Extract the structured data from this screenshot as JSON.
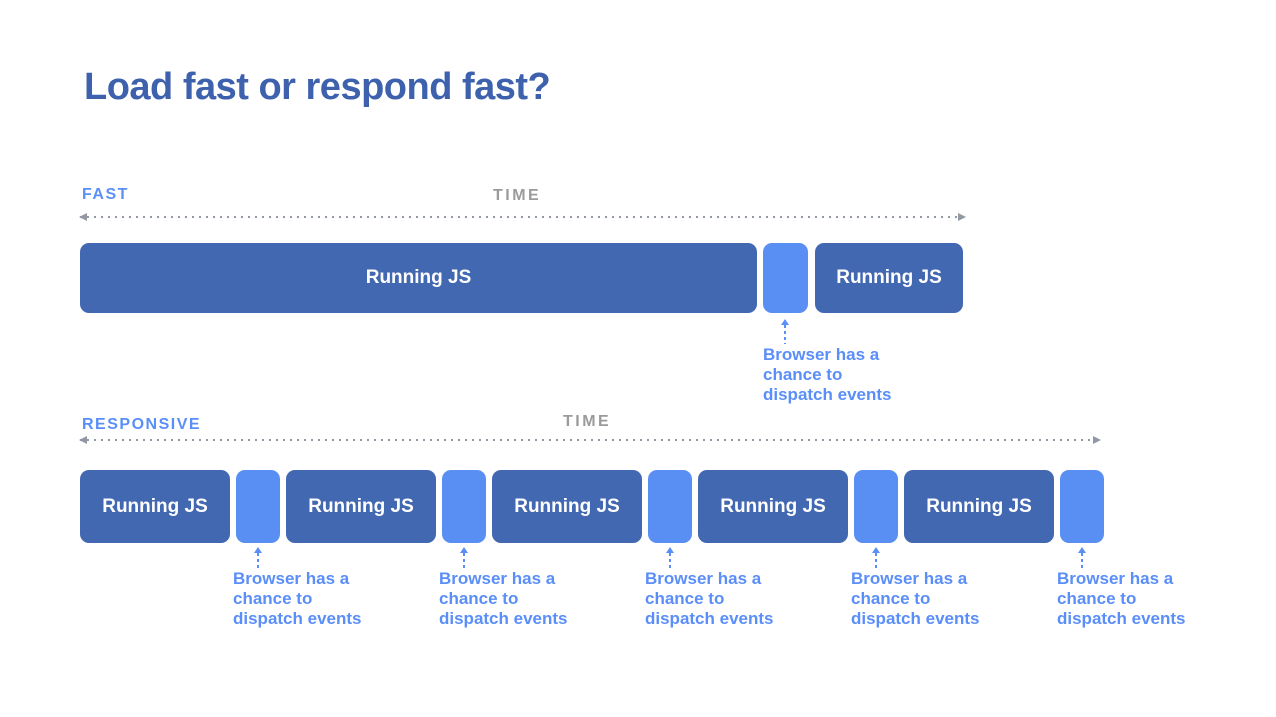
{
  "title": "Load fast or respond fast?",
  "colors": {
    "title_blue": "#3e61ad",
    "running_bar_blue": "#4368b2",
    "idle_block_blue": "#598ef3",
    "accent_text_blue": "#5a8ef8",
    "time_gray": "#9b9b9b",
    "axis_gray": "#9299a5",
    "background": "#ffffff"
  },
  "fast": {
    "label": "FAST",
    "time_label": "TIME",
    "segments": [
      {
        "kind": "running-js",
        "label": "Running JS"
      },
      {
        "kind": "browser-idle",
        "label": ""
      },
      {
        "kind": "running-js",
        "label": "Running JS"
      }
    ],
    "annotation": "Browser has a\nchance to\ndispatch events"
  },
  "responsive": {
    "label": "RESPONSIVE",
    "time_label": "TIME",
    "segments": [
      {
        "kind": "running-js",
        "label": "Running JS"
      },
      {
        "kind": "browser-idle",
        "label": ""
      },
      {
        "kind": "running-js",
        "label": "Running JS"
      },
      {
        "kind": "browser-idle",
        "label": ""
      },
      {
        "kind": "running-js",
        "label": "Running JS"
      },
      {
        "kind": "browser-idle",
        "label": ""
      },
      {
        "kind": "running-js",
        "label": "Running JS"
      },
      {
        "kind": "browser-idle",
        "label": ""
      },
      {
        "kind": "running-js",
        "label": "Running JS"
      },
      {
        "kind": "browser-idle",
        "label": ""
      }
    ],
    "annotations": [
      "Browser has a\nchance to\ndispatch events",
      "Browser has a\nchance to\ndispatch events",
      "Browser has a\nchance to\ndispatch events",
      "Browser has a\nchance to\ndispatch events",
      "Browser has a\nchance to\ndispatch events"
    ]
  }
}
